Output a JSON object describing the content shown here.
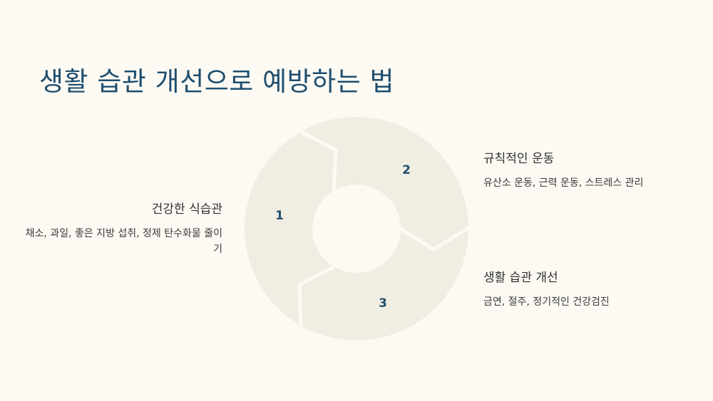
{
  "title": "생활 습관 개선으로 예방하는 법",
  "cycle": {
    "segments": [
      {
        "number": "1",
        "heading": "건강한 식습관",
        "description": "채소, 과일, 좋은 지방 섭취, 정제 탄수화물 줄이기"
      },
      {
        "number": "2",
        "heading": "규칙적인 운동",
        "description": "유산소 운동, 근력 운동, 스트레스 관리"
      },
      {
        "number": "3",
        "heading": "생활 습관 개선",
        "description": "금연, 절주, 정기적인 건강검진"
      }
    ]
  },
  "colors": {
    "background": "#fdfaf3",
    "segment_fill": "#f0ede3",
    "title": "#1f4e6e",
    "number": "#1f4e6e"
  }
}
